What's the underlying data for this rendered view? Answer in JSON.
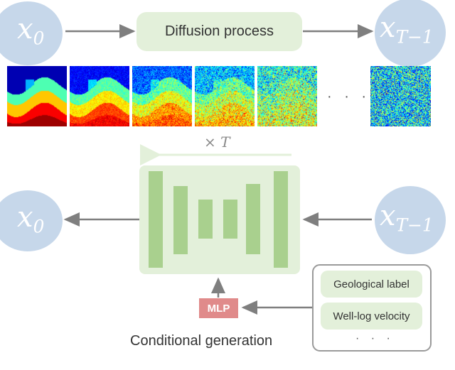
{
  "forward": {
    "start": {
      "symbol": "x",
      "subscript": "0"
    },
    "process_label": "Diffusion process",
    "end": {
      "symbol": "x",
      "subscript": "T−1"
    },
    "ellipsis": "· · ·"
  },
  "reverse": {
    "repeat_label": "× T",
    "input": {
      "symbol": "x",
      "subscript": "T−1"
    },
    "output": {
      "symbol": "x",
      "subscript": "0"
    },
    "mlp_label": "MLP",
    "caption": "Conditional generation"
  },
  "conditions": {
    "items": [
      "Geological label",
      "Well-log velocity"
    ],
    "ellipsis": "· · ·"
  },
  "colors": {
    "circle": "#c6d7ea",
    "green_fill": "#e3f0da",
    "green_bar": "#a9d08e",
    "mlp": "#e08a8a",
    "arrow": "#7f7f7f"
  }
}
